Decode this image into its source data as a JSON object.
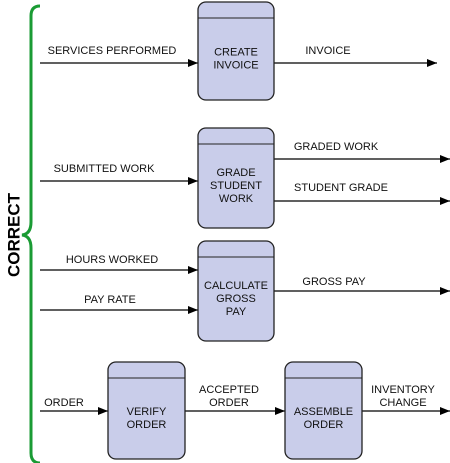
{
  "side_label": "CORRECT",
  "colors": {
    "bracket": "#1a9b34",
    "box_fill": "#c9cdea",
    "box_stroke": "#222222",
    "arrow": "#000000"
  },
  "processes": [
    {
      "lines": [
        "CREATE",
        "INVOICE"
      ]
    },
    {
      "lines": [
        "GRADE",
        "STUDENT",
        "WORK"
      ]
    },
    {
      "lines": [
        "CALCULATE",
        "GROSS",
        "PAY"
      ]
    },
    {
      "lines": [
        "VERIFY",
        "ORDER"
      ]
    },
    {
      "lines": [
        "ASSEMBLE",
        "ORDER"
      ]
    }
  ],
  "flows": [
    {
      "lines": [
        "SERVICES PERFORMED"
      ]
    },
    {
      "lines": [
        "INVOICE"
      ]
    },
    {
      "lines": [
        "SUBMITTED WORK"
      ]
    },
    {
      "lines": [
        "GRADED WORK"
      ]
    },
    {
      "lines": [
        "STUDENT GRADE"
      ]
    },
    {
      "lines": [
        "HOURS WORKED"
      ]
    },
    {
      "lines": [
        "PAY RATE"
      ]
    },
    {
      "lines": [
        "GROSS PAY"
      ]
    },
    {
      "lines": [
        "ORDER"
      ]
    },
    {
      "lines": [
        "ACCEPTED",
        "ORDER"
      ]
    },
    {
      "lines": [
        "INVENTORY",
        "CHANGE"
      ]
    }
  ]
}
